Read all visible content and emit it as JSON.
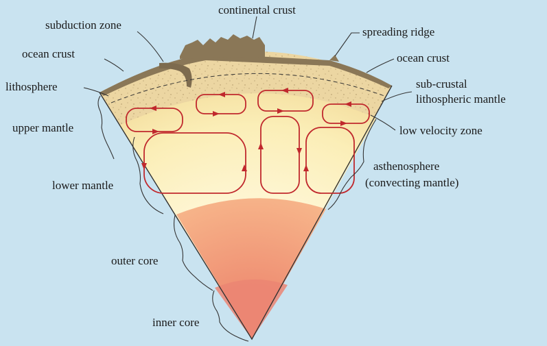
{
  "colors": {
    "background": "#c9e3f0",
    "crust": "#8a7757",
    "lithosphere": "#ecd6a2",
    "mantle": "#fbeeb7",
    "outer_core": "#f4a47e",
    "inner_core": "#ea8473",
    "convection_arrows": "#c0282d"
  },
  "labels": {
    "continental_crust": "continental crust",
    "subduction_zone": "subduction zone",
    "spreading_ridge": "spreading ridge",
    "ocean_crust_left": "ocean crust",
    "ocean_crust_right": "ocean crust",
    "lithosphere": "lithosphere",
    "sub_crustal_line1": "sub-crustal",
    "sub_crustal_line2": "lithospheric mantle",
    "upper_mantle": "upper mantle",
    "low_velocity_zone": "low velocity zone",
    "asthenosphere_line1": "asthenosphere",
    "asthenosphere_line2": "(convecting mantle)",
    "lower_mantle": "lower mantle",
    "outer_core": "outer core",
    "inner_core": "inner core"
  }
}
